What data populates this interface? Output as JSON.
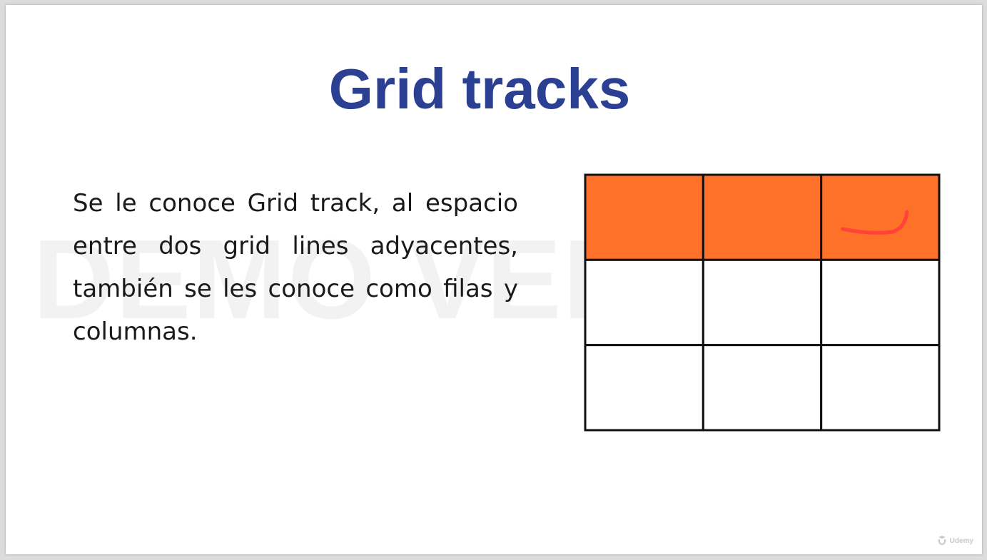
{
  "slide": {
    "title": "Grid tracks",
    "body": "Se le conoce Grid track, al espacio entre dos grid lines adyacentes, también se les conoce como filas y columnas.",
    "watermark": "DEMO VERSION",
    "brand": "Udemy"
  },
  "grid_figure": {
    "rows": 3,
    "columns": 3,
    "highlighted_row": 1,
    "highlight_color": "#ff7029",
    "line_color": "#111111",
    "pen_stroke_color": "#ff3b3b"
  }
}
